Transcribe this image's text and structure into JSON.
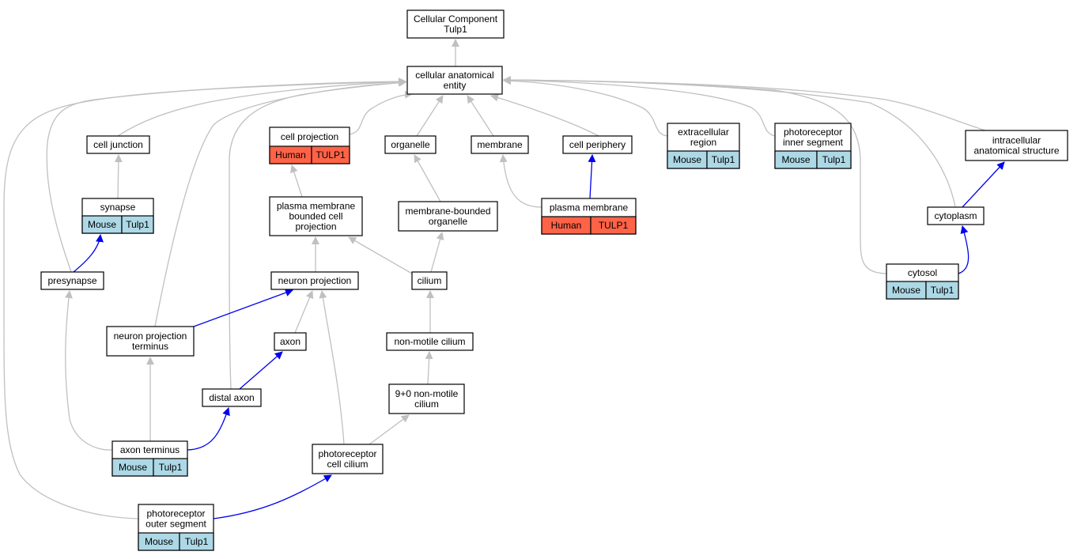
{
  "colors": {
    "edge_gray": "#c0c0c0",
    "edge_blue": "#0000ee",
    "mouse_fill": "#add8e6",
    "human_fill": "#ff6347",
    "node_fill": "#ffffff",
    "border": "#000000"
  },
  "nodes": [
    {
      "id": "root",
      "lines": [
        "Cellular Component",
        "Tulp1"
      ]
    },
    {
      "id": "cae",
      "lines": [
        "cellular anatomical",
        "entity"
      ]
    },
    {
      "id": "cell_junction",
      "lines": [
        "cell junction"
      ]
    },
    {
      "id": "cell_projection",
      "lines": [
        "cell projection"
      ],
      "table": {
        "species": "Human",
        "gene": "TULP1"
      }
    },
    {
      "id": "organelle",
      "lines": [
        "organelle"
      ]
    },
    {
      "id": "membrane",
      "lines": [
        "membrane"
      ]
    },
    {
      "id": "cell_periphery",
      "lines": [
        "cell periphery"
      ]
    },
    {
      "id": "extracellular_region",
      "lines": [
        "extracellular",
        "region"
      ],
      "table": {
        "species": "Mouse",
        "gene": "Tulp1"
      }
    },
    {
      "id": "photoreceptor_inner_segment",
      "lines": [
        "photoreceptor",
        "inner segment"
      ],
      "table": {
        "species": "Mouse",
        "gene": "Tulp1"
      }
    },
    {
      "id": "intracellular_anatomical_structure",
      "lines": [
        "intracellular",
        "anatomical structure"
      ]
    },
    {
      "id": "synapse",
      "lines": [
        "synapse"
      ],
      "table": {
        "species": "Mouse",
        "gene": "Tulp1"
      }
    },
    {
      "id": "pm_bounded_cell_projection",
      "lines": [
        "plasma membrane",
        "bounded cell",
        "projection"
      ]
    },
    {
      "id": "membrane_bounded_organelle",
      "lines": [
        "membrane-bounded",
        "organelle"
      ]
    },
    {
      "id": "plasma_membrane",
      "lines": [
        "plasma membrane"
      ],
      "table": {
        "species": "Human",
        "gene": "TULP1"
      }
    },
    {
      "id": "cytoplasm",
      "lines": [
        "cytoplasm"
      ]
    },
    {
      "id": "presynapse",
      "lines": [
        "presynapse"
      ]
    },
    {
      "id": "neuron_projection",
      "lines": [
        "neuron projection"
      ]
    },
    {
      "id": "cilium",
      "lines": [
        "cilium"
      ]
    },
    {
      "id": "cytosol",
      "lines": [
        "cytosol"
      ],
      "table": {
        "species": "Mouse",
        "gene": "Tulp1"
      }
    },
    {
      "id": "neuron_projection_terminus",
      "lines": [
        "neuron projection",
        "terminus"
      ]
    },
    {
      "id": "axon",
      "lines": [
        "axon"
      ]
    },
    {
      "id": "non_motile_cilium",
      "lines": [
        "non-motile cilium"
      ]
    },
    {
      "id": "distal_axon",
      "lines": [
        "distal axon"
      ]
    },
    {
      "id": "nine_zero_cilium",
      "lines": [
        "9+0 non-motile",
        "cilium"
      ]
    },
    {
      "id": "axon_terminus",
      "lines": [
        "axon terminus"
      ],
      "table": {
        "species": "Mouse",
        "gene": "Tulp1"
      }
    },
    {
      "id": "photoreceptor_cell_cilium",
      "lines": [
        "photoreceptor",
        "cell cilium"
      ]
    },
    {
      "id": "photoreceptor_outer_segment",
      "lines": [
        "photoreceptor",
        "outer segment"
      ],
      "table": {
        "species": "Mouse",
        "gene": "Tulp1"
      }
    }
  ],
  "edges": [
    {
      "from": "cae",
      "to": "root",
      "color": "gray"
    },
    {
      "from": "cell_junction",
      "to": "cae",
      "color": "gray"
    },
    {
      "from": "cell_projection",
      "to": "cae",
      "color": "gray"
    },
    {
      "from": "organelle",
      "to": "cae",
      "color": "gray"
    },
    {
      "from": "membrane",
      "to": "cae",
      "color": "gray"
    },
    {
      "from": "cell_periphery",
      "to": "cae",
      "color": "gray"
    },
    {
      "from": "extracellular_region",
      "to": "cae",
      "color": "gray"
    },
    {
      "from": "photoreceptor_inner_segment",
      "to": "cae",
      "color": "gray"
    },
    {
      "from": "intracellular_anatomical_structure",
      "to": "cae",
      "color": "gray"
    },
    {
      "from": "presynapse",
      "to": "cae",
      "color": "gray"
    },
    {
      "from": "photoreceptor_outer_segment",
      "to": "cae",
      "color": "gray"
    },
    {
      "from": "neuron_projection_terminus",
      "to": "cae",
      "color": "gray"
    },
    {
      "from": "distal_axon",
      "to": "cae",
      "color": "gray"
    },
    {
      "from": "cytoplasm",
      "to": "cae",
      "color": "gray"
    },
    {
      "from": "cytosol",
      "to": "cae",
      "color": "gray"
    },
    {
      "from": "synapse",
      "to": "cell_junction",
      "color": "gray"
    },
    {
      "from": "pm_bounded_cell_projection",
      "to": "cell_projection",
      "color": "gray"
    },
    {
      "from": "membrane_bounded_organelle",
      "to": "organelle",
      "color": "gray"
    },
    {
      "from": "plasma_membrane",
      "to": "membrane",
      "color": "gray"
    },
    {
      "from": "plasma_membrane",
      "to": "cell_periphery",
      "color": "blue"
    },
    {
      "from": "cytoplasm",
      "to": "intracellular_anatomical_structure",
      "color": "blue"
    },
    {
      "from": "presynapse",
      "to": "synapse",
      "color": "blue"
    },
    {
      "from": "neuron_projection",
      "to": "pm_bounded_cell_projection",
      "color": "gray"
    },
    {
      "from": "cilium",
      "to": "pm_bounded_cell_projection",
      "color": "gray"
    },
    {
      "from": "cilium",
      "to": "membrane_bounded_organelle",
      "color": "gray"
    },
    {
      "from": "cytosol",
      "to": "cytoplasm",
      "color": "blue"
    },
    {
      "from": "neuron_projection_terminus",
      "to": "neuron_projection",
      "color": "blue"
    },
    {
      "from": "axon",
      "to": "neuron_projection",
      "color": "gray"
    },
    {
      "from": "photoreceptor_cell_cilium",
      "to": "neuron_projection",
      "color": "gray"
    },
    {
      "from": "non_motile_cilium",
      "to": "cilium",
      "color": "gray"
    },
    {
      "from": "distal_axon",
      "to": "axon",
      "color": "blue"
    },
    {
      "from": "nine_zero_cilium",
      "to": "non_motile_cilium",
      "color": "gray"
    },
    {
      "from": "axon_terminus",
      "to": "presynapse",
      "color": "gray"
    },
    {
      "from": "axon_terminus",
      "to": "neuron_projection_terminus",
      "color": "gray"
    },
    {
      "from": "axon_terminus",
      "to": "distal_axon",
      "color": "blue"
    },
    {
      "from": "photoreceptor_cell_cilium",
      "to": "nine_zero_cilium",
      "color": "gray"
    },
    {
      "from": "photoreceptor_outer_segment",
      "to": "photoreceptor_cell_cilium",
      "color": "blue"
    }
  ]
}
